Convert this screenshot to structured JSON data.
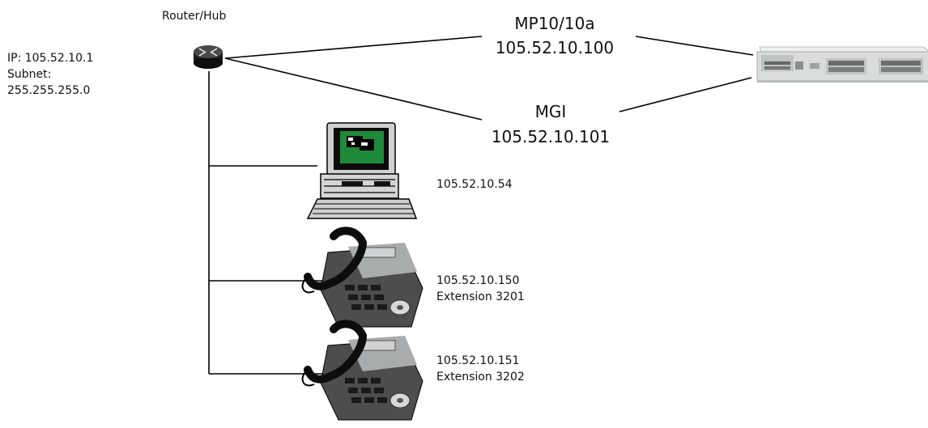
{
  "router": {
    "title": "Router/Hub",
    "ip_line": "IP: 105.52.10.1",
    "subnet_label": "Subnet:",
    "subnet_value": "255.255.255.0",
    "icon": "router-icon"
  },
  "links": [
    {
      "name": "MP10/10a",
      "ip": "105.52.10.100"
    },
    {
      "name": "MGI",
      "ip": "105.52.10.101"
    }
  ],
  "pbx": {
    "icon": "pbx-chassis-icon"
  },
  "pc": {
    "ip": "105.52.10.54",
    "icon": "computer-icon"
  },
  "phones": [
    {
      "ip": "105.52.10.150",
      "extension": "Extension 3201",
      "icon": "ip-phone-icon"
    },
    {
      "ip": "105.52.10.151",
      "extension": "Extension 3202",
      "icon": "ip-phone-icon"
    }
  ],
  "colors": {
    "line": "#000000",
    "screen": "#1e8a3a",
    "chassis": "#d9dcdc"
  }
}
